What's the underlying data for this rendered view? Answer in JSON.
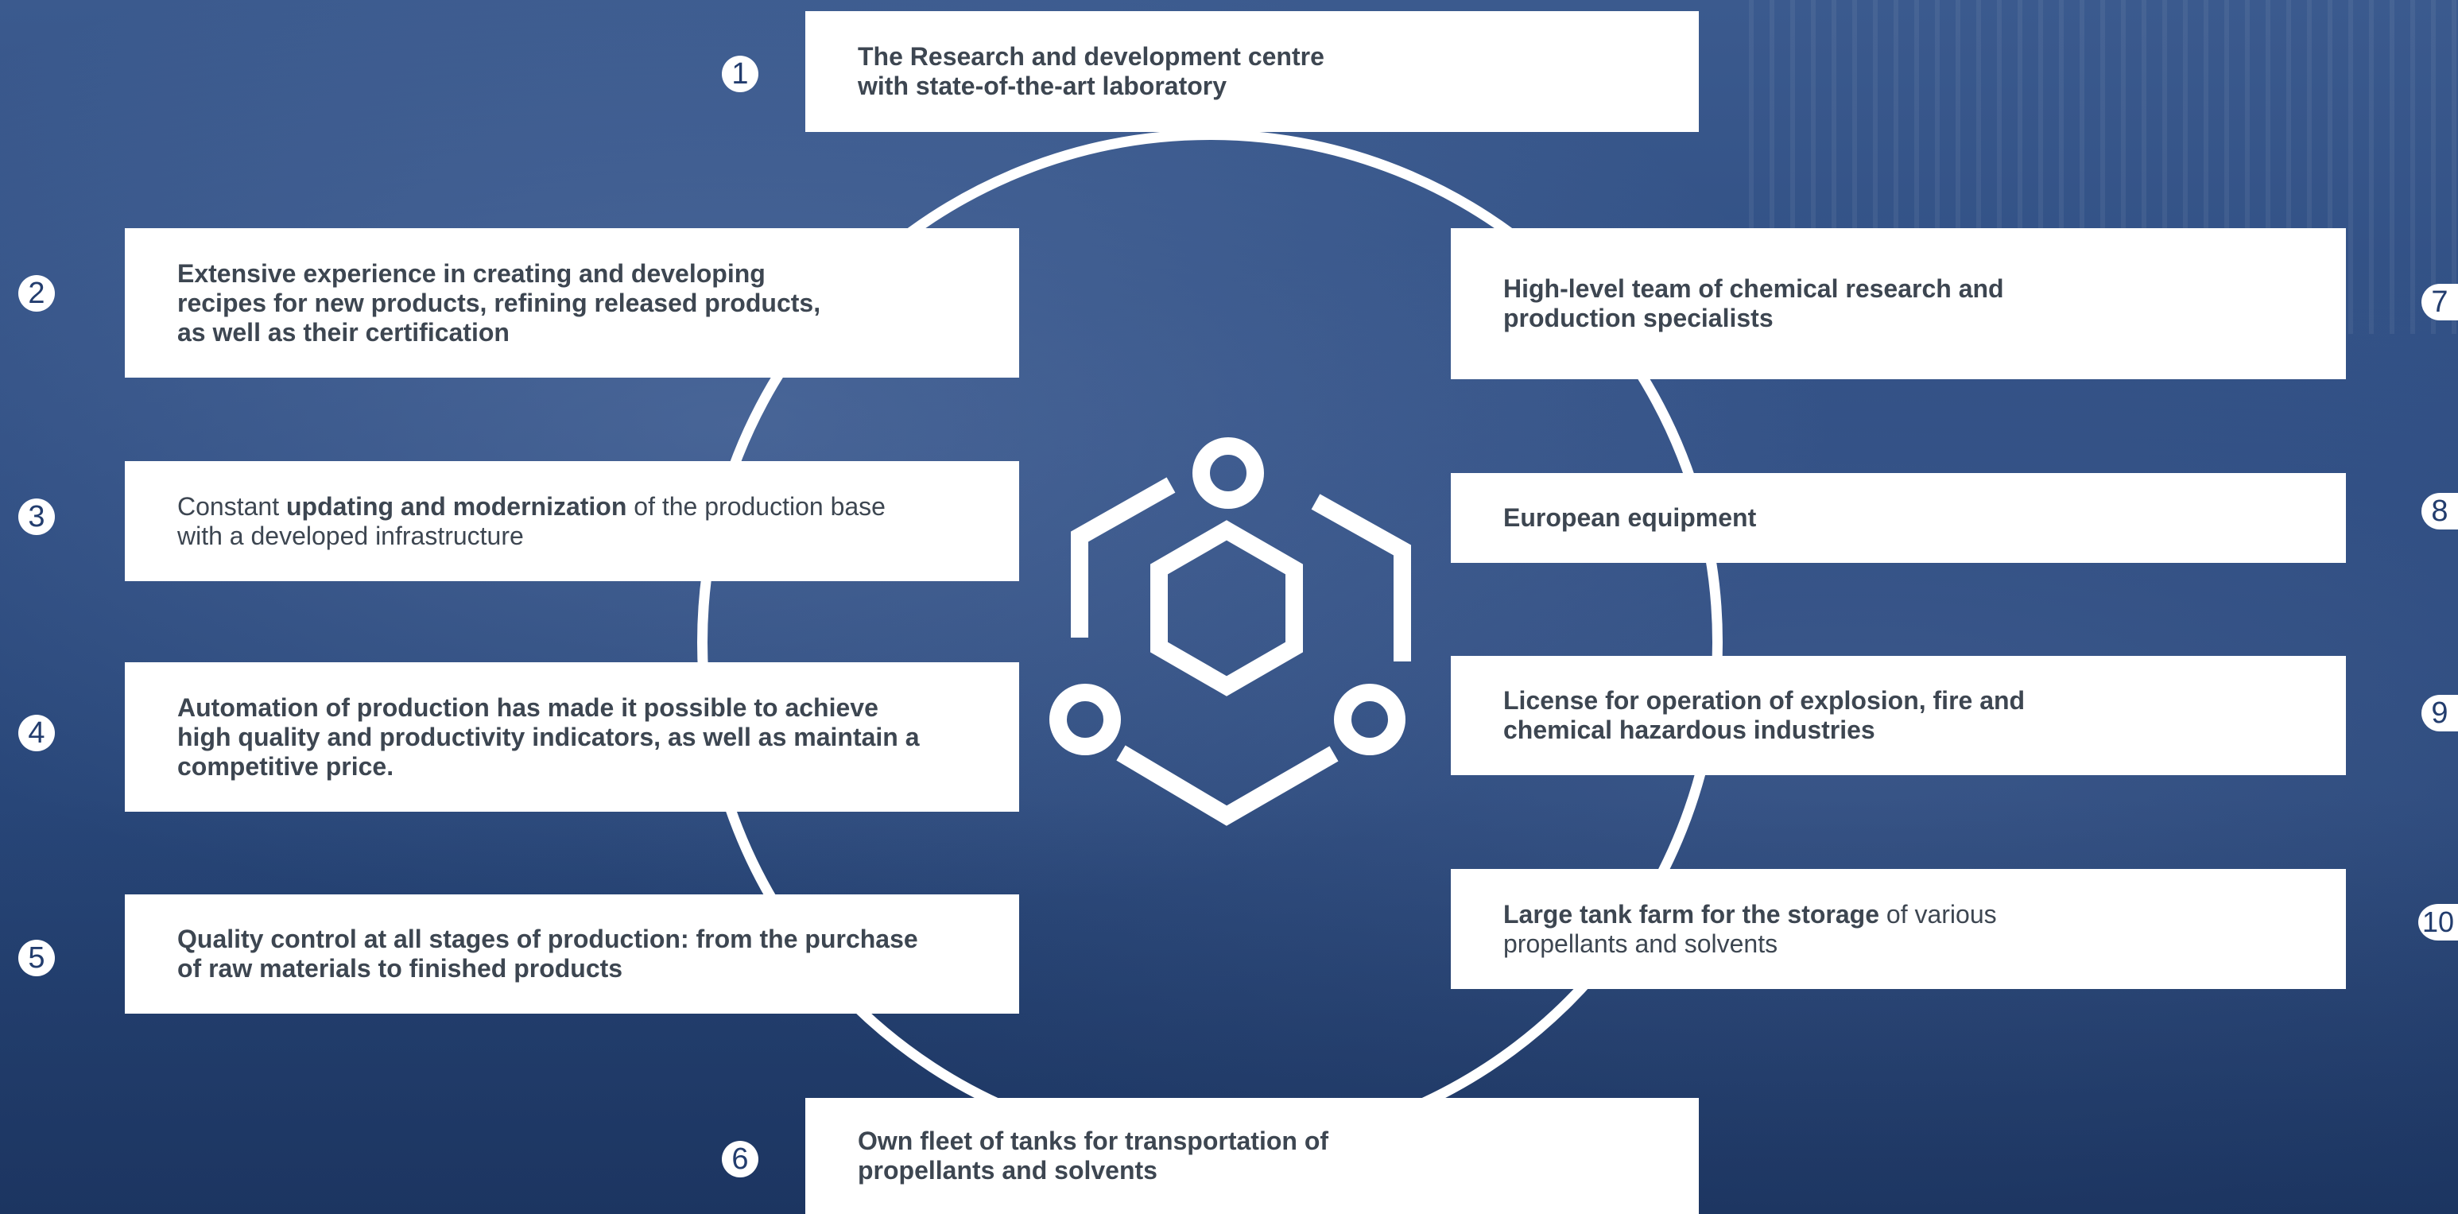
{
  "items": [
    {
      "number": "1",
      "lines": [
        [
          {
            "t": "The Research and development centre",
            "b": true
          }
        ],
        [
          {
            "t": "with state-of-the-art laboratory",
            "b": true
          }
        ]
      ]
    },
    {
      "number": "2",
      "lines": [
        [
          {
            "t": "Extensive experience in creating and developing",
            "b": true
          }
        ],
        [
          {
            "t": "recipes for new products, refining released products,",
            "b": true
          }
        ],
        [
          {
            "t": "as well as their certification",
            "b": true
          }
        ]
      ]
    },
    {
      "number": "3",
      "lines": [
        [
          {
            "t": "Constant ",
            "b": false
          },
          {
            "t": "updating and modernization",
            "b": true
          },
          {
            "t": " of the production base",
            "b": false
          }
        ],
        [
          {
            "t": "with a developed infrastructure",
            "b": false
          }
        ]
      ]
    },
    {
      "number": "4",
      "lines": [
        [
          {
            "t": "Automation of production has made it possible to achieve",
            "b": true
          }
        ],
        [
          {
            "t": "high quality and productivity indicators, as well as maintain a",
            "b": true
          }
        ],
        [
          {
            "t": "competitive price.",
            "b": true
          }
        ]
      ]
    },
    {
      "number": "5",
      "lines": [
        [
          {
            "t": "Quality control at all stages of production: from the purchase",
            "b": true
          }
        ],
        [
          {
            "t": "of raw materials to finished products",
            "b": true
          }
        ]
      ]
    },
    {
      "number": "6",
      "lines": [
        [
          {
            "t": "Own fleet of tanks for transportation of",
            "b": true
          }
        ],
        [
          {
            "t": "propellants and solvents",
            "b": true
          }
        ]
      ]
    },
    {
      "number": "7",
      "lines": [
        [
          {
            "t": "High-level team of chemical research and",
            "b": true
          }
        ],
        [
          {
            "t": "production specialists",
            "b": true
          }
        ]
      ]
    },
    {
      "number": "8",
      "lines": [
        [
          {
            "t": "European equipment",
            "b": true
          }
        ]
      ]
    },
    {
      "number": "9",
      "lines": [
        [
          {
            "t": "License for operation of explosion, fire and",
            "b": true
          }
        ],
        [
          {
            "t": "chemical hazardous industries",
            "b": true
          }
        ]
      ]
    },
    {
      "number": "10",
      "lines": [
        [
          {
            "t": "Large tank farm for the storage",
            "b": true
          },
          {
            "t": " of various",
            "b": false
          }
        ],
        [
          {
            "t": "propellants and solvents",
            "b": false
          }
        ]
      ]
    }
  ],
  "colors": {
    "accent": "#233d6e",
    "card_bg": "#ffffff",
    "text": "#3d4651"
  },
  "icons": {
    "center": "molecule-hexagon-icon"
  }
}
